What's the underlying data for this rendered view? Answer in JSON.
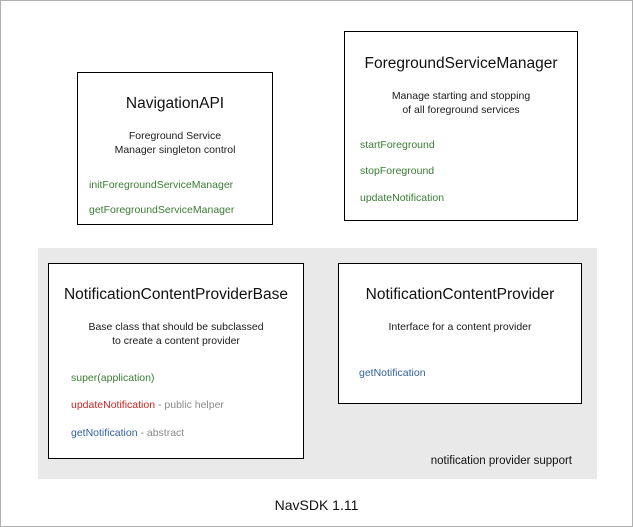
{
  "diagram": {
    "footer_caption": "NavSDK 1.11",
    "group": {
      "label": "notification provider support",
      "background_color": "#e9e9e9"
    },
    "colors": {
      "green": "#3a7d34",
      "blue": "#33609f",
      "red": "#cc2222",
      "note_gray": "#8a8a8a",
      "box_border": "#000000",
      "canvas": "#ffffff"
    },
    "boxes": [
      {
        "id": "navigation-api",
        "title": "NavigationAPI",
        "description_line_1": "Foreground Service",
        "description_line_2": "Manager singleton control",
        "members": [
          {
            "name": "initForegroundServiceManager",
            "color": "green",
            "note": ""
          },
          {
            "name": "getForegroundServiceManager",
            "color": "green",
            "note": ""
          }
        ]
      },
      {
        "id": "foreground-service-manager",
        "title": "ForegroundServiceManager",
        "description_line_1": "Manage starting and stopping",
        "description_line_2": "of all foreground services",
        "members": [
          {
            "name": "startForeground",
            "color": "green",
            "note": ""
          },
          {
            "name": "stopForeground",
            "color": "green",
            "note": ""
          },
          {
            "name": "updateNotification",
            "color": "green",
            "note": ""
          }
        ]
      },
      {
        "id": "notification-content-provider-base",
        "title": "NotificationContentProviderBase",
        "description_line_1": "Base class that should be subclassed",
        "description_line_2": "to create a content provider",
        "members": [
          {
            "name": "super(application)",
            "color": "green",
            "note": ""
          },
          {
            "name": "updateNotification",
            "color": "red",
            "note": " - public helper"
          },
          {
            "name": "getNotification",
            "color": "blue",
            "note": " - abstract"
          }
        ]
      },
      {
        "id": "notification-content-provider",
        "title": "NotificationContentProvider",
        "description_line_1": "Interface for a content provider",
        "description_line_2": "",
        "members": [
          {
            "name": "getNotification",
            "color": "blue",
            "note": ""
          }
        ]
      }
    ]
  }
}
